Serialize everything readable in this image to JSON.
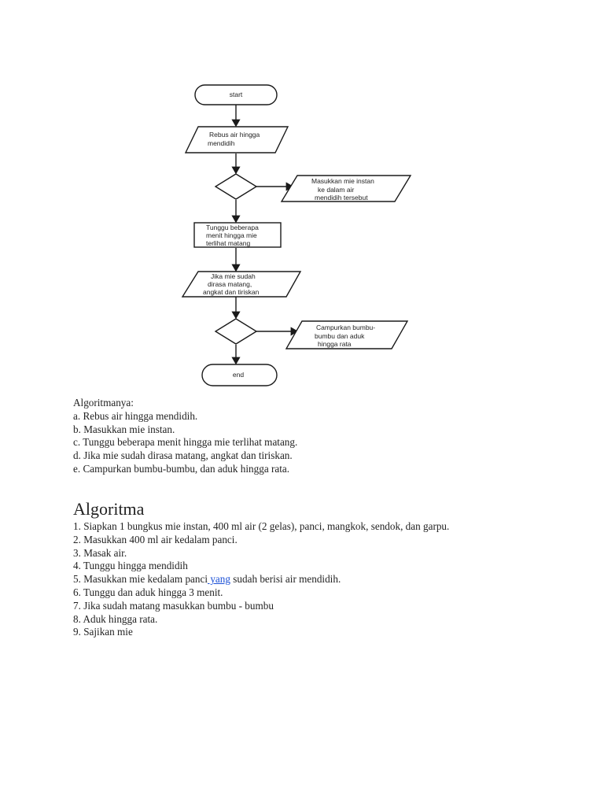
{
  "flowchart": {
    "start": "start",
    "step1": [
      "Rebus air hingga",
      "mendidih"
    ],
    "step2": [
      "Masukkan mie instan",
      "ke dalam air",
      "mendidih tersebut"
    ],
    "step3": [
      "Tunggu beberapa",
      "menit hingga mie",
      "terlihat matang"
    ],
    "step4": [
      "Jika mie sudah",
      "dirasa matang,",
      "angkat dan tiriskan"
    ],
    "step5": [
      "Campurkan bumbu-",
      "bumbu dan aduk",
      "hingga rata"
    ],
    "end": "end"
  },
  "algoritmanya": {
    "title": "Algoritmanya:",
    "items": [
      "a. Rebus air hingga mendidih.",
      "b. Masukkan mie instan.",
      "c. Tunggu beberapa menit hingga mie terlihat matang.",
      "d. Jika mie sudah dirasa matang, angkat dan tiriskan.",
      "e. Campurkan bumbu-bumbu, dan aduk hingga rata."
    ]
  },
  "algoritma": {
    "heading": "Algoritma",
    "steps": [
      "1. Siapkan 1 bungkus mie instan, 400 ml air (2 gelas), panci, mangkok, sendok, dan garpu.",
      "2. Masukkan 400 ml air kedalam panci.",
      "3. Masak air.",
      "4. Tunggu hingga mendidih"
    ],
    "step5": {
      "before": "5. Masukkan mie kedalam panci",
      "link": " yang",
      "after": " sudah berisi air mendidih."
    },
    "steps_after": [
      "6. Tunggu dan aduk hingga 3 menit.",
      "7. Jika sudah matang masukkan bumbu - bumbu",
      "8. Aduk hingga rata.",
      "9. Sajikan mie"
    ]
  },
  "colors": {
    "link": "#1a4fd6",
    "text": "#222222",
    "stroke": "#1a1a1a"
  }
}
